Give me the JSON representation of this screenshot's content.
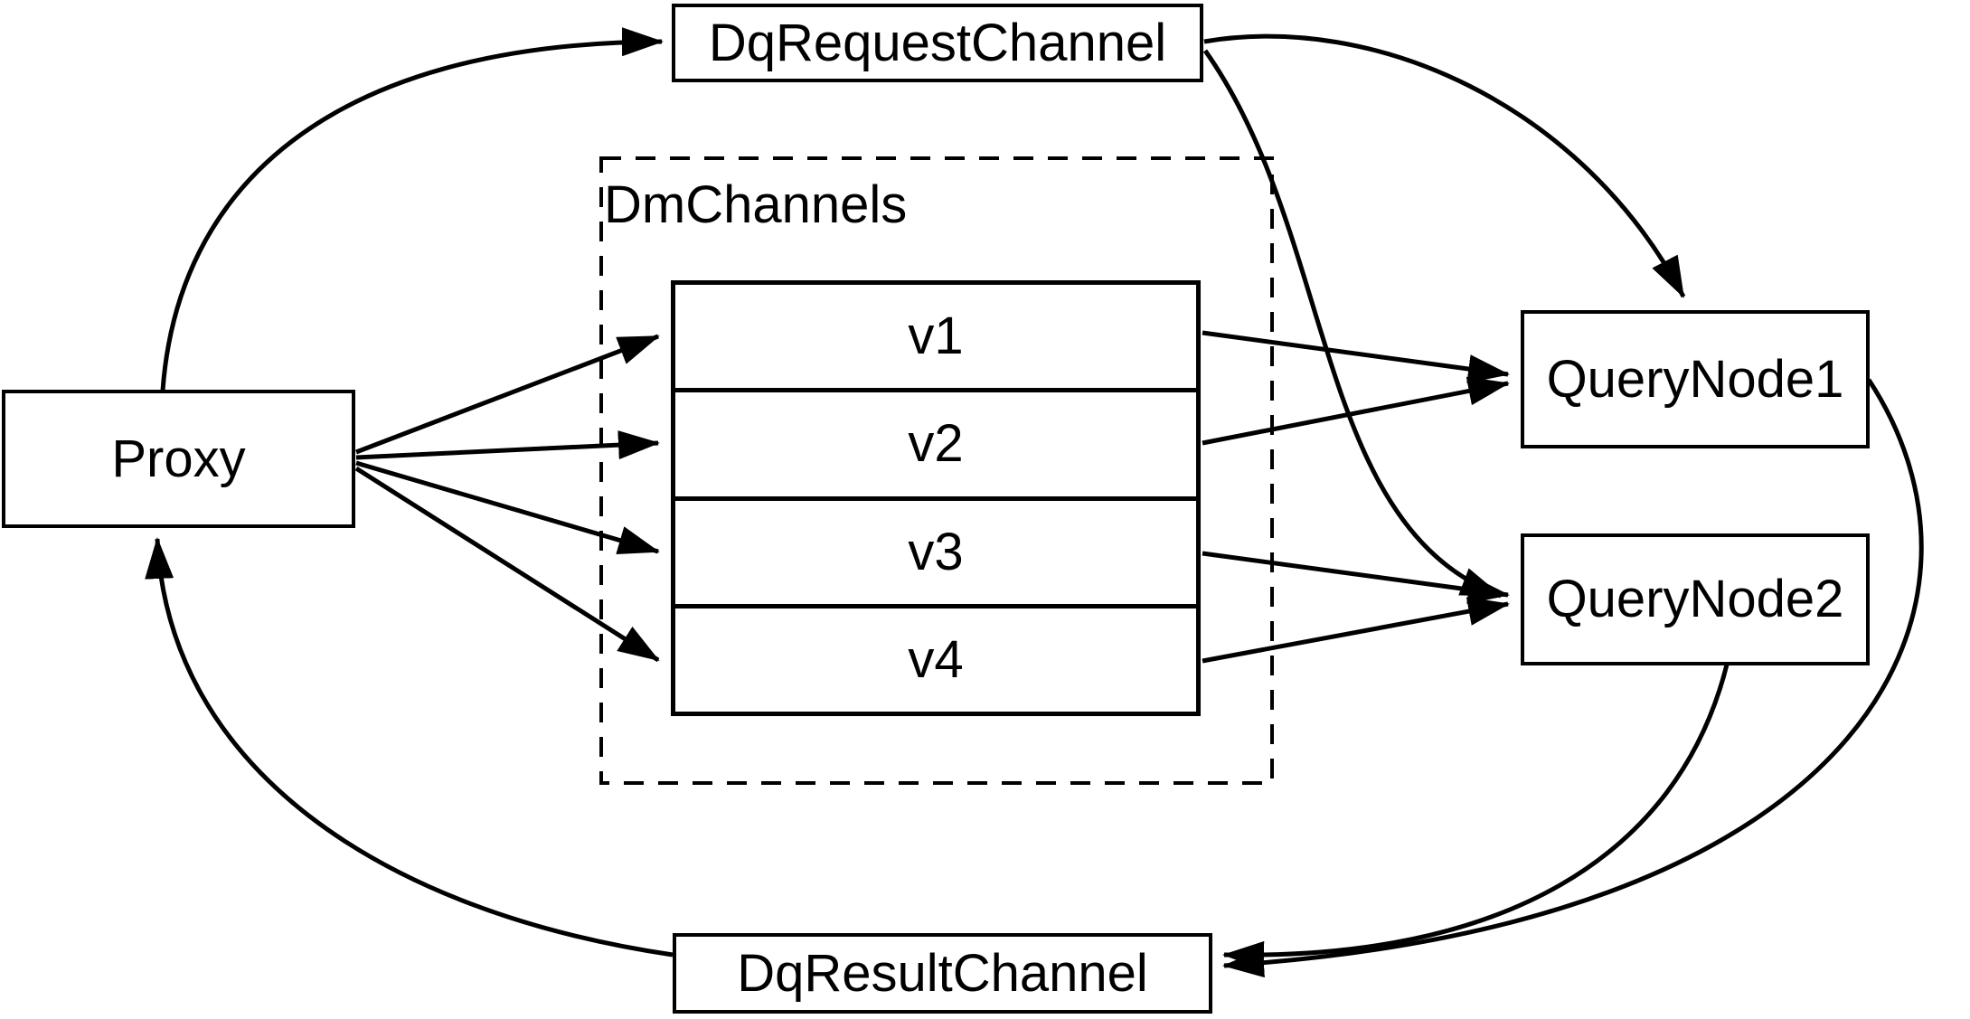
{
  "diagram": {
    "background_color": "#ffffff",
    "line_color": "#000000",
    "box_fill_color": "#ffffff",
    "nodes": {
      "proxy": {
        "label": "Proxy"
      },
      "dq_request_channel": {
        "label": "DqRequestChannel"
      },
      "dq_result_channel": {
        "label": "DqResultChannel"
      },
      "query_node_1": {
        "label": "QueryNode1"
      },
      "query_node_2": {
        "label": "QueryNode2"
      },
      "dm_channels": {
        "label": "DmChannels",
        "channels": [
          "v1",
          "v2",
          "v3",
          "v4"
        ]
      }
    },
    "edges": [
      {
        "from": "Proxy",
        "to": "DqRequestChannel"
      },
      {
        "from": "Proxy",
        "to": "v1"
      },
      {
        "from": "Proxy",
        "to": "v2"
      },
      {
        "from": "Proxy",
        "to": "v3"
      },
      {
        "from": "Proxy",
        "to": "v4"
      },
      {
        "from": "v1",
        "to": "QueryNode1"
      },
      {
        "from": "v2",
        "to": "QueryNode1"
      },
      {
        "from": "v3",
        "to": "QueryNode2"
      },
      {
        "from": "v4",
        "to": "QueryNode2"
      },
      {
        "from": "DqRequestChannel",
        "to": "QueryNode1"
      },
      {
        "from": "DqRequestChannel",
        "to": "QueryNode2"
      },
      {
        "from": "QueryNode1",
        "to": "DqResultChannel"
      },
      {
        "from": "QueryNode2",
        "to": "DqResultChannel"
      },
      {
        "from": "DqResultChannel",
        "to": "Proxy"
      }
    ]
  }
}
